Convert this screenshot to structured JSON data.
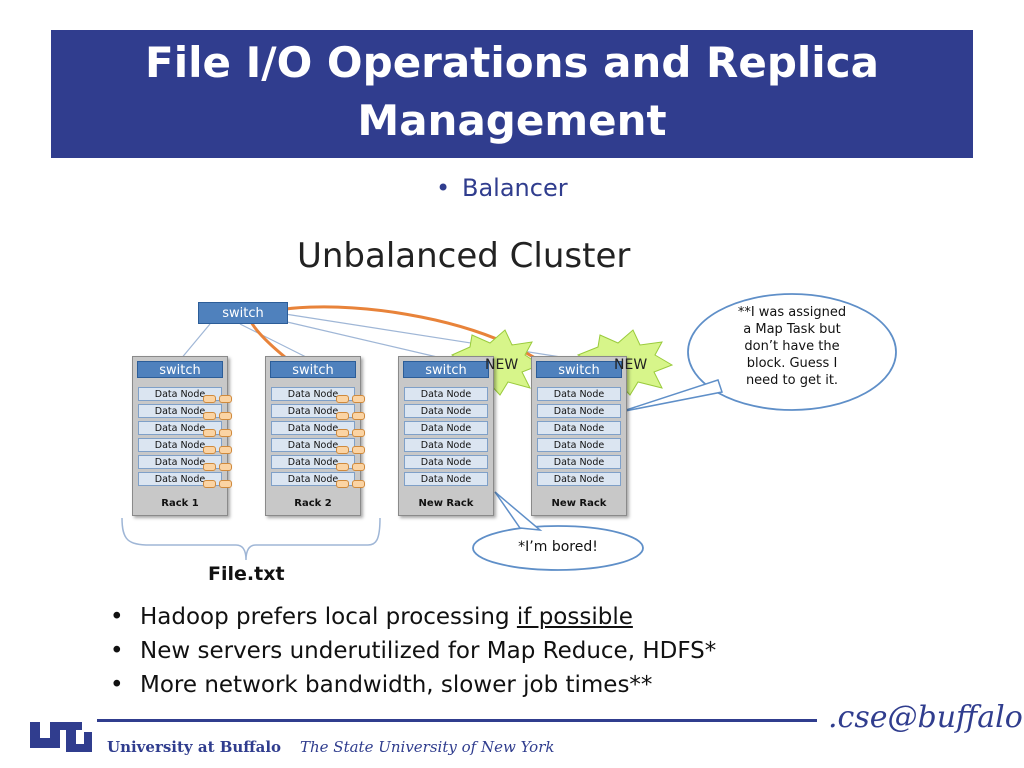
{
  "slide": {
    "title_line1": "File I/O Operations and Replica",
    "title_line2": "Management",
    "top_bullet": "Balancer",
    "colors": {
      "title_bg": "#303d8e",
      "switch": "#4f81bd",
      "data_node": "#dbe5f1",
      "rack": "#c8c8c8",
      "link": "#e8833a",
      "burst": "#d7f58a"
    }
  },
  "diagram": {
    "title": "Unbalanced Cluster",
    "top_switch": "switch",
    "racks": [
      {
        "switch": "switch",
        "label": "Rack 1",
        "nodes": [
          "Data Node",
          "Data Node",
          "Data Node",
          "Data Node",
          "Data Node",
          "Data Node"
        ]
      },
      {
        "switch": "switch",
        "label": "Rack 2",
        "nodes": [
          "Data Node",
          "Data Node",
          "Data Node",
          "Data Node",
          "Data Node",
          "Data Node"
        ]
      },
      {
        "switch": "switch",
        "label": "New Rack",
        "nodes": [
          "Data Node",
          "Data Node",
          "Data Node",
          "Data Node",
          "Data Node",
          "Data Node"
        ]
      },
      {
        "switch": "switch",
        "label": "New Rack",
        "nodes": [
          "Data Node",
          "Data Node",
          "Data Node",
          "Data Node",
          "Data Node",
          "Data Node"
        ]
      }
    ],
    "new_badge_1": "NEW",
    "new_badge_2": "NEW",
    "callout_assigned": [
      "**I was assigned",
      "a Map Task but",
      "don’t have the",
      "block. Guess I",
      "need to get it."
    ],
    "callout_bored": "*I’m bored!",
    "file_label": "File.txt"
  },
  "bullets": {
    "b1_prefix": "Hadoop prefers local processing ",
    "b1_underlined": "if possible",
    "b2": "New servers underutilized for Map Reduce, HDFS*",
    "b3": "More network bandwidth, slower job times**"
  },
  "footer": {
    "university": "University at Buffalo",
    "state": "The State University of New York",
    "cse": ".cse@buffalo"
  }
}
